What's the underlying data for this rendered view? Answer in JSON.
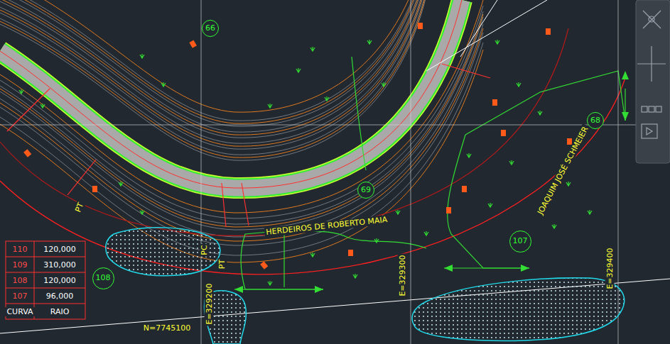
{
  "diagram": {
    "nodes": [
      {
        "text": [
          "66"
        ]
      },
      {
        "text": [
          "68"
        ]
      },
      {
        "text": [
          "69"
        ]
      },
      {
        "text": [
          "107"
        ]
      },
      {
        "text": [
          "108"
        ]
      }
    ],
    "labels": [
      "HERDEIROS DE ROBERTO MAIA",
      "JOAQUIM JOSÉ SCHMEIER",
      "PT",
      "PC",
      "PT",
      "E=329200",
      "E=329300",
      "E=329400",
      "N=7745100",
      "110",
      "120,000",
      "109",
      "310,000",
      "108",
      "120,000",
      "107",
      "96,000",
      "CURVA",
      "RAIO"
    ]
  }
}
